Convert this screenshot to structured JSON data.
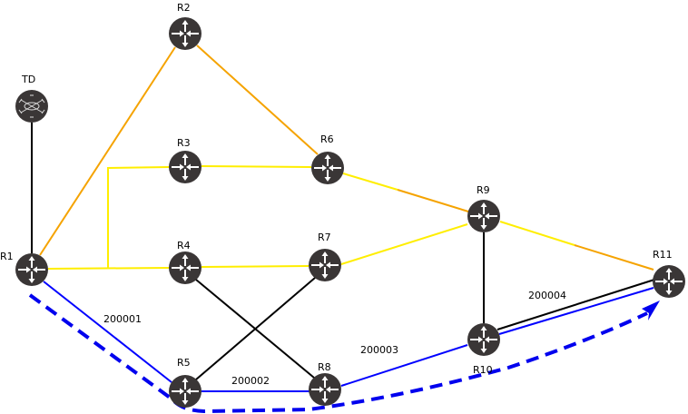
{
  "diagram": {
    "title": "Segment routing network topology",
    "colors": {
      "router_fill": "#3a3636",
      "icon": "#ffffff",
      "link_black": "#000000",
      "link_orange": "#f5a300",
      "link_yellow": "#ffee00",
      "path_blue": "#0000ff",
      "dashed_blue": "#0000ee"
    },
    "nodes": [
      {
        "id": "TD",
        "label": "TD",
        "type": "controller"
      },
      {
        "id": "R1",
        "label": "R1",
        "type": "router"
      },
      {
        "id": "R2",
        "label": "R2",
        "type": "router"
      },
      {
        "id": "R3",
        "label": "R3",
        "type": "router"
      },
      {
        "id": "R4",
        "label": "R4",
        "type": "router"
      },
      {
        "id": "R5",
        "label": "R5",
        "type": "router"
      },
      {
        "id": "R6",
        "label": "R6",
        "type": "router"
      },
      {
        "id": "R7",
        "label": "R7",
        "type": "router"
      },
      {
        "id": "R8",
        "label": "R8",
        "type": "router"
      },
      {
        "id": "R9",
        "label": "R9",
        "type": "router"
      },
      {
        "id": "R10",
        "label": "R10",
        "type": "router"
      },
      {
        "id": "R11",
        "label": "R11",
        "type": "router"
      }
    ],
    "links": [
      {
        "from": "TD",
        "to": "R1",
        "color": "black"
      },
      {
        "from": "R1",
        "to": "R2",
        "color": "orange"
      },
      {
        "from": "R2",
        "to": "R6",
        "color": "orange"
      },
      {
        "from": "R1",
        "to": "R4",
        "color": "yellow"
      },
      {
        "from": "R1",
        "to": "R3",
        "color": "yellow",
        "routing": "elbow"
      },
      {
        "from": "R3",
        "to": "R6",
        "color": "yellow"
      },
      {
        "from": "R4",
        "to": "R7",
        "color": "yellow"
      },
      {
        "from": "R6",
        "to": "R9",
        "color": "yellow-orange"
      },
      {
        "from": "R7",
        "to": "R9",
        "color": "yellow"
      },
      {
        "from": "R9",
        "to": "R11",
        "color": "yellow-orange"
      },
      {
        "from": "R9",
        "to": "R10",
        "color": "black"
      },
      {
        "from": "R4",
        "to": "R8",
        "color": "black"
      },
      {
        "from": "R5",
        "to": "R7",
        "color": "black"
      },
      {
        "from": "R10",
        "to": "R11",
        "color": "black"
      }
    ],
    "path": {
      "hops": [
        {
          "from": "R1",
          "to": "R5",
          "label": "200001"
        },
        {
          "from": "R5",
          "to": "R8",
          "label": "200002"
        },
        {
          "from": "R8",
          "to": "R10",
          "label": "200003"
        },
        {
          "from": "R10",
          "to": "R11",
          "label": "200004"
        }
      ],
      "flow": {
        "from": "R1",
        "to": "R11",
        "style": "dashed-arrow"
      }
    }
  }
}
